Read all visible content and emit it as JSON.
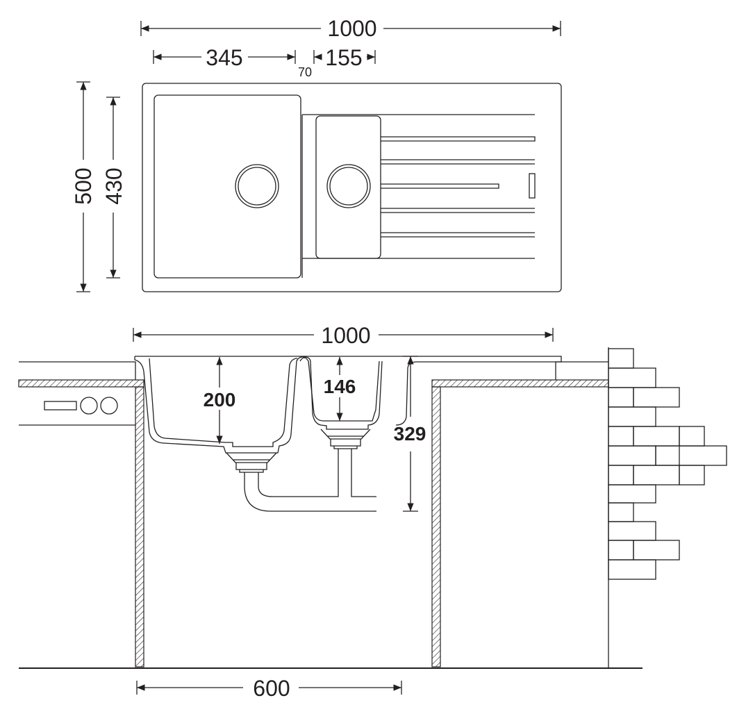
{
  "top_view": {
    "overall_width": "1000",
    "large_bowl_width": "345",
    "gap_width": "70",
    "small_bowl_width": "155",
    "overall_depth": "500",
    "bowl_depth": "430"
  },
  "section_view": {
    "overall_width": "1000",
    "large_bowl_depth": "200",
    "small_bowl_depth": "146",
    "total_depth": "329",
    "cabinet_width": "600"
  },
  "colors": {
    "line": "#231f20",
    "background": "#ffffff"
  }
}
